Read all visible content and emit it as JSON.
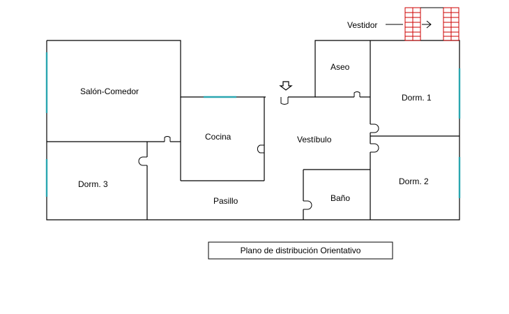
{
  "rooms": {
    "salon": "Salón-Comedor",
    "cocina": "Cocina",
    "vestibulo": "Vestíbulo",
    "aseo": "Aseo",
    "dorm1": "Dorm. 1",
    "dorm2": "Dorm. 2",
    "dorm3": "Dorm. 3",
    "pasillo": "Pasillo",
    "bano": "Baño",
    "vestidor": "Vestidor"
  },
  "caption": "Plano de distribución Orientativo",
  "colors": {
    "walls": "#000000",
    "windows": "#2aa6b0",
    "stairs": "#cc0000"
  },
  "icons": [
    "entrance-arrow-icon",
    "direction-arrow-icon"
  ]
}
